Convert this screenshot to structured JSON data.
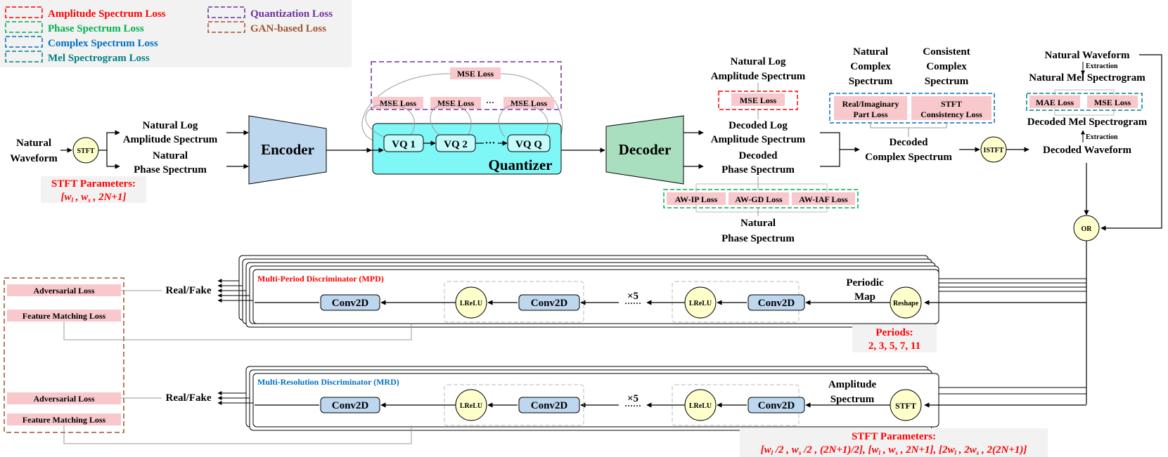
{
  "legend": {
    "amplitude": "Amplitude Spectrum Loss",
    "phase": "Phase Spectrum Loss",
    "complex": "Complex Spectrum Loss",
    "mel": "Mel Spectrogram Loss",
    "quantization": "Quantization Loss",
    "gan": "GAN-based Loss"
  },
  "colors": {
    "amplitude": "#ff0000",
    "phase": "#00b050",
    "complex": "#0070c0",
    "mel": "#008080",
    "quantization": "#7030a0",
    "gan": "#a0522d",
    "encoder": "#bdd7ee",
    "decoder": "#a9dfbf",
    "quantizer": "#7ff7f7",
    "loss_fill": "#f8c8cc",
    "module_fill": "#ffffcc"
  },
  "input": {
    "natural_waveform": [
      "Natural",
      "Waveform"
    ],
    "stft": "STFT",
    "stft_params_label": "STFT Parameters:",
    "stft_params": "[w_l , w_s , 2N+1]",
    "natural_log_amp": [
      "Natural Log",
      "Amplitude Spectrum"
    ],
    "natural_phase": [
      "Natural",
      "Phase Spectrum"
    ]
  },
  "encoder": "Encoder",
  "quantizer": {
    "label": "Quantizer",
    "vq": [
      "VQ 1",
      "VQ 2",
      "VQ Q"
    ],
    "dots": "···",
    "mse_top": "MSE Loss",
    "mse": [
      "MSE Loss",
      "MSE Loss",
      "MSE Loss"
    ]
  },
  "decoder": "Decoder",
  "decoded": {
    "log_amp": [
      "Decoded Log",
      "Amplitude Spectrum"
    ],
    "phase": [
      "Decoded",
      "Phase Spectrum"
    ],
    "complex": [
      "Decoded",
      "Complex Spectrum"
    ],
    "istft": "ISTFT",
    "waveform": "Decoded Waveform",
    "mel": "Decoded Mel Spectrogram"
  },
  "natural": {
    "log_amp": [
      "Natural Log",
      "Amplitude Spectrum"
    ],
    "complex": [
      "Natural",
      "Complex",
      "Spectrum"
    ],
    "consistent": [
      "Consistent",
      "Complex",
      "Spectrum"
    ],
    "phase": [
      "Natural",
      "Phase Spectrum"
    ],
    "waveform": "Natural Waveform",
    "mel": "Natural Mel Spectrogram"
  },
  "losses": {
    "amp_mse": "MSE Loss",
    "real_imag": [
      "Real/Imaginary",
      "Part Loss"
    ],
    "stft_consistency": [
      "STFT",
      "Consistency Loss"
    ],
    "mae": "MAE Loss",
    "mel_mse": "MSE Loss",
    "aw_ip": "AW-IP Loss",
    "aw_gd": "AW-GD Loss",
    "aw_iaf": "AW-IAF Loss",
    "adversarial": "Adversarial Loss",
    "feature_matching": "Feature Matching Loss"
  },
  "extraction": "Extraction",
  "or": "OR",
  "mpd": {
    "title": "Multi-Period Discriminator (MPD)",
    "map": [
      "Periodic",
      "Map"
    ],
    "reshape": "Reshape",
    "periods_label": "Periods:",
    "periods": "2, 3, 5, 7, 11",
    "real_fake": "Real/Fake"
  },
  "mrd": {
    "title": "Multi-Resolution Discriminator (MRD)",
    "map": [
      "Amplitude",
      "Spectrum"
    ],
    "stft": "STFT",
    "params_label": "STFT Parameters:",
    "params": "[w_l /2 , w_s /2 , (2N+1)/2], [w_l , w_s , 2N+1], [2w_l , 2w_s , 2(2N+1)]",
    "real_fake": "Real/Fake"
  },
  "conv": "Conv2D",
  "lrelu": "LReLU",
  "times5": "×5",
  "dots": "······"
}
